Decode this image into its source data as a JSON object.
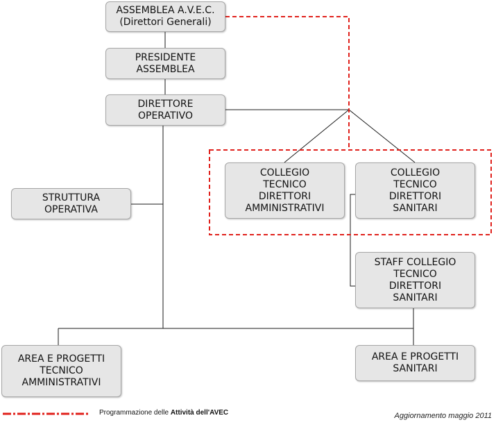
{
  "nodes": {
    "assemblea": "ASSEMBLEA A.V.E.C.\n(Direttori Generali)",
    "presidente": "PRESIDENTE\nASSEMBLEA",
    "direttore_operativo": "DIRETTORE\nOPERATIVO",
    "struttura_operativa": "STRUTTURA\nOPERATIVA",
    "collegio_amministrativi": "COLLEGIO\nTECNICO\nDIRETTORI\nAMMINISTRATIVI",
    "collegio_sanitari": "COLLEGIO\nTECNICO\nDIRETTORI\nSANITARI",
    "staff_collegio": "STAFF COLLEGIO\nTECNICO\nDIRETTORI\nSANITARI",
    "area_amministrativi": "AREA E PROGETTI\nTECNICO\nAMMINISTRATIVI",
    "area_sanitari": "AREA E PROGETTI\nSANITARI"
  },
  "legend": {
    "prefix": "Programmazione delle ",
    "emphasis": "Attività dell'AVEC",
    "line_color": "#e0201b"
  },
  "update_note": "Aggiornamento maggio 2011",
  "colors": {
    "node_fill": "#e6e6e6",
    "node_border": "#a6a6a6",
    "connector": "#1a1a1a",
    "dashed": "#e0201b"
  }
}
